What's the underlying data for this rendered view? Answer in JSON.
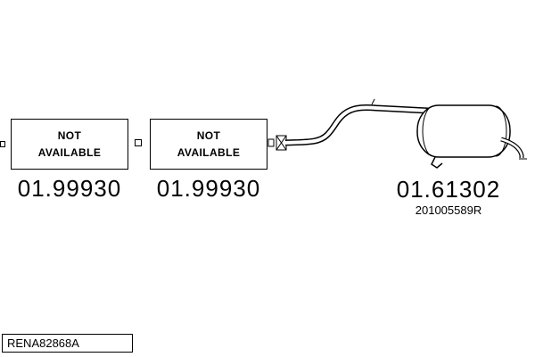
{
  "colors": {
    "background": "#ffffff",
    "line": "#000000"
  },
  "parts": [
    {
      "name": "front-section",
      "availability": "NOT AVAILABLE",
      "part_number": "01.99930"
    },
    {
      "name": "middle-section",
      "availability": "NOT AVAILABLE",
      "part_number": "01.99930"
    },
    {
      "name": "rear-silencer",
      "part_number": "01.61302",
      "oem_number": "201005589R"
    }
  ],
  "footer": {
    "reference_code": "RENA82868A"
  }
}
